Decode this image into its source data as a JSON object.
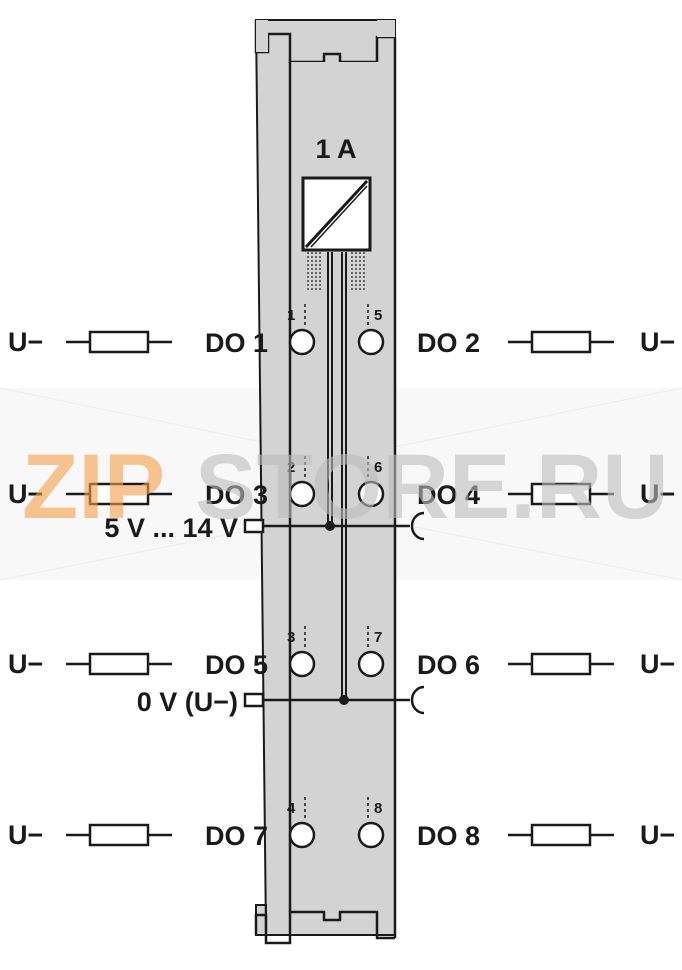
{
  "module": {
    "current_rating": "1 A",
    "supply_label": "5 V ... 14 V",
    "ground_label": "0 V (U−)"
  },
  "channels": [
    {
      "label": "DO 1",
      "terminal": "1",
      "load": "U−"
    },
    {
      "label": "DO 2",
      "terminal": "5",
      "load": "U−"
    },
    {
      "label": "DO 3",
      "terminal": "2",
      "load": "U−"
    },
    {
      "label": "DO 4",
      "terminal": "6",
      "load": "U−"
    },
    {
      "label": "DO 5",
      "terminal": "3",
      "load": "U−"
    },
    {
      "label": "DO 6",
      "terminal": "7",
      "load": "U−"
    },
    {
      "label": "DO 7",
      "terminal": "4",
      "load": "U−"
    },
    {
      "label": "DO 8",
      "terminal": "8",
      "load": "U−"
    }
  ],
  "watermark": {
    "text_orange": "ZIP",
    "text_gray": "STORE.RU",
    "color_orange": "#f5a04a",
    "color_gray": "#bdbdbd"
  },
  "colors": {
    "module_fill": "#d3d3d3",
    "line": "#1a1a1a"
  }
}
